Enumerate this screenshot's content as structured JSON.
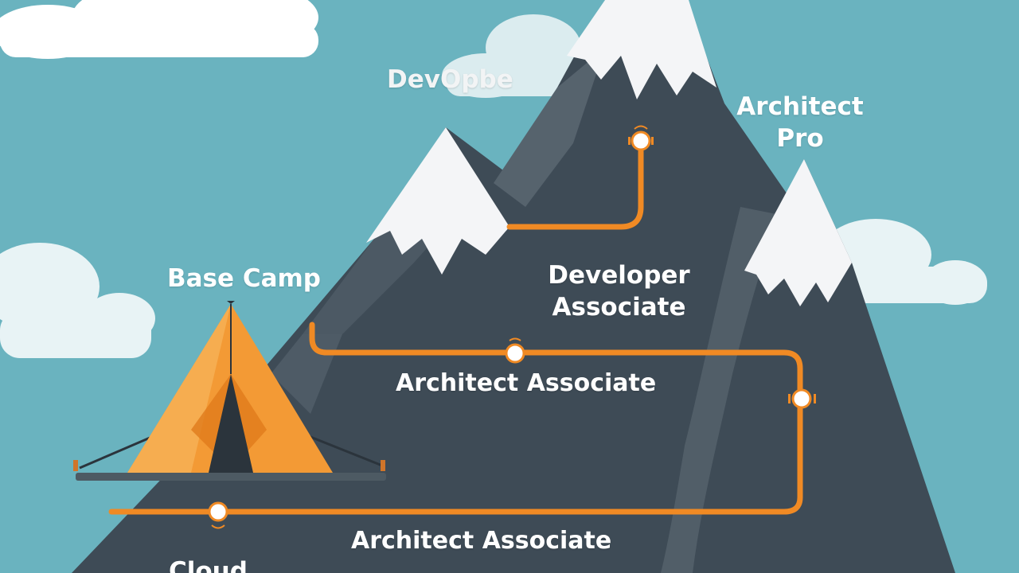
{
  "colors": {
    "sky": "#6ab3bf",
    "cloud": "#ffffff",
    "mountain": "#3e4b56",
    "mountain_shadow": "#56636d",
    "snow": "#f4f5f7",
    "trail": "#f08a24",
    "tent": "#f39a35",
    "tent_dark": "#e07a1c"
  },
  "labels": {
    "devops": "DevOpbe",
    "architect_pro_line1": "Architect",
    "architect_pro_line2": "Pro",
    "base_camp": "Base Camp",
    "developer_line1": "Developer",
    "developer_line2": "Associate",
    "architect_associate_upper": "Architect Associate",
    "architect_associate_lower": "Architect Associate",
    "cloud_partial": "Cloud"
  },
  "icons": [
    "cloud-icon",
    "tent-icon",
    "waypoint-icon",
    "summit-flag-icon"
  ]
}
